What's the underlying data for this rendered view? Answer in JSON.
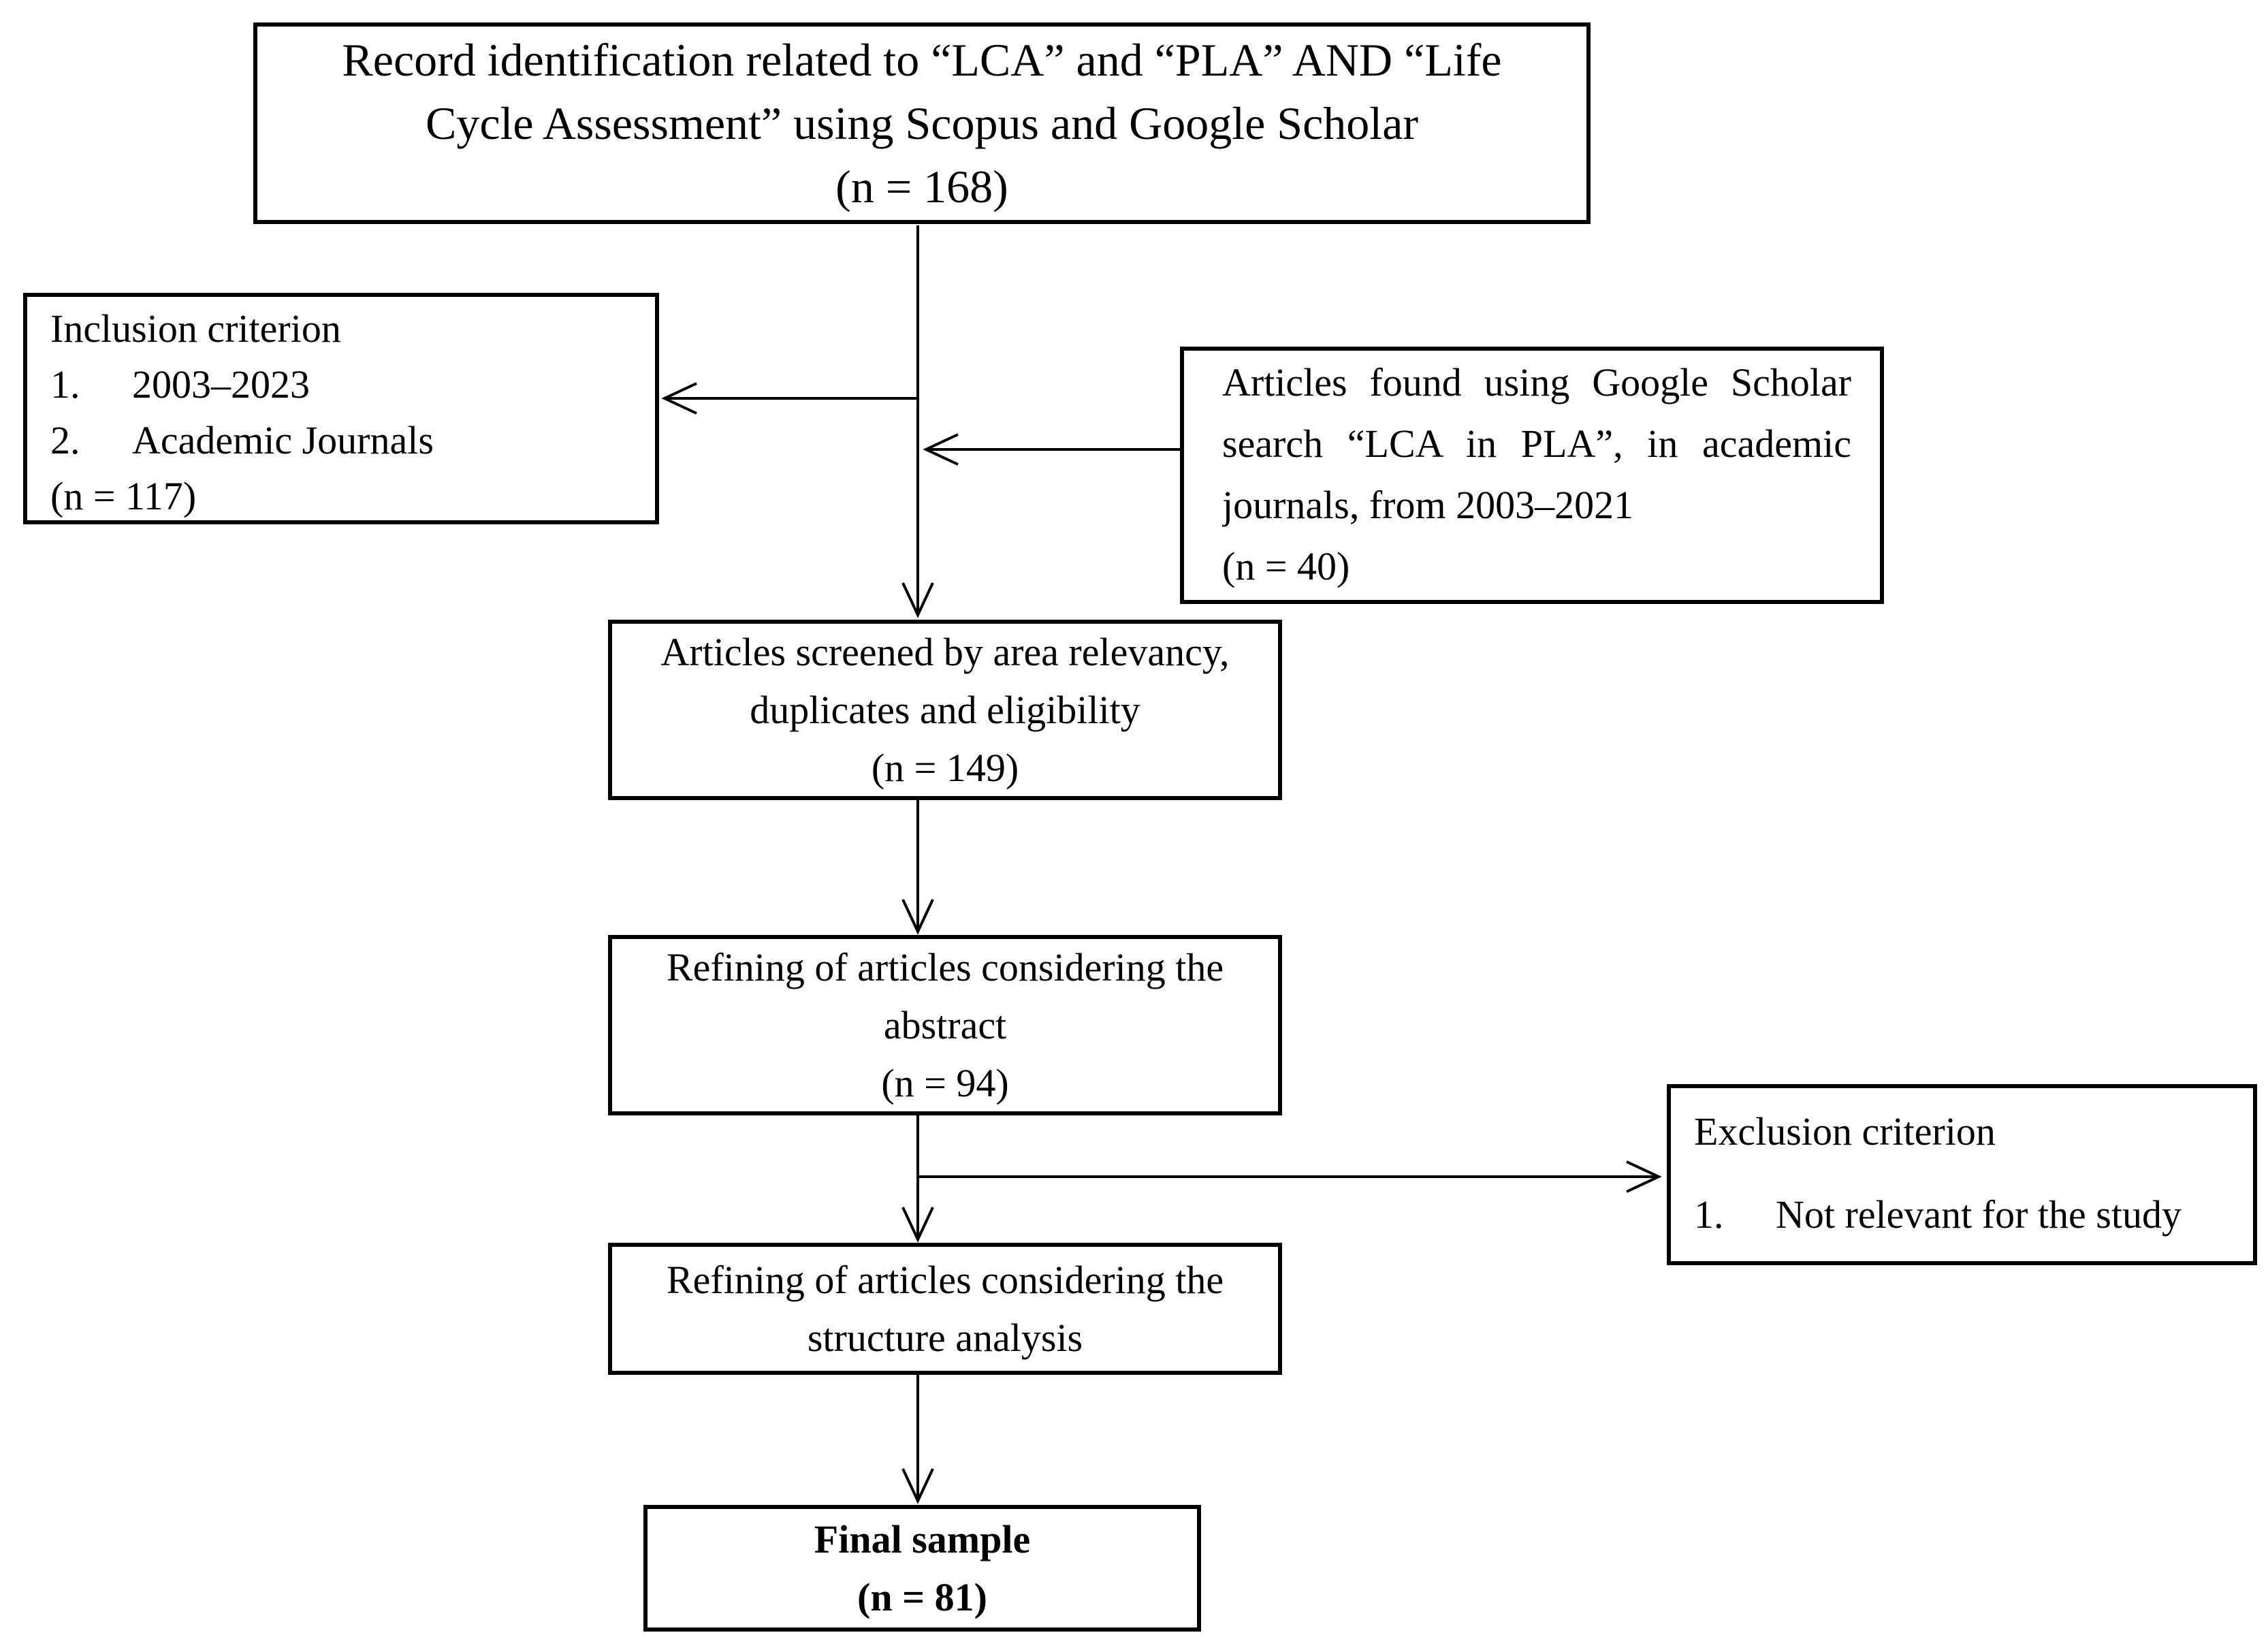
{
  "diagram": {
    "type": "flowchart",
    "background_color": "#ffffff",
    "line_color": "#000000",
    "text_color": "#000000",
    "nodes": {
      "record_identification": {
        "line1": "Record identification related to “LCA” and “PLA” AND “Life",
        "line2": "Cycle Assessment” using Scopus and Google Scholar",
        "line3": "(n = 168)",
        "count": 168
      },
      "inclusion": {
        "title": "Inclusion criterion",
        "items": [
          {
            "num": "1.",
            "text": "2003–2023"
          },
          {
            "num": "2.",
            "text": "Academic Journals"
          }
        ],
        "count_label": "(n = 117)",
        "count": 117
      },
      "google_scholar": {
        "line1": "Articles found using Google Scholar",
        "line2": "search “LCA in PLA”, in academic",
        "line3": "journals, from 2003–2021",
        "line4": "(n = 40)",
        "count": 40
      },
      "screened": {
        "line1": "Articles screened by area relevancy,",
        "line2": "duplicates and eligibility",
        "line3": "(n = 149)",
        "count": 149
      },
      "abstract_refining": {
        "line1": "Refining of articles considering the",
        "line2": "abstract",
        "line3": "(n = 94)",
        "count": 94
      },
      "exclusion": {
        "title": "Exclusion criterion",
        "items": [
          {
            "num": "1.",
            "text": "Not relevant for the study"
          }
        ]
      },
      "structure_refining": {
        "line1": "Refining of articles considering the",
        "line2": "structure analysis"
      },
      "final_sample": {
        "line1": "Final sample",
        "line2": "(n = 81)",
        "count": 81
      }
    },
    "edges": [
      {
        "from": "record_identification",
        "to": "screened",
        "direction": "down"
      },
      {
        "from": "record_identification_trunk",
        "to": "inclusion",
        "direction": "left"
      },
      {
        "from": "google_scholar",
        "to": "record_identification_trunk",
        "direction": "left"
      },
      {
        "from": "screened",
        "to": "abstract_refining",
        "direction": "down"
      },
      {
        "from": "abstract_refining",
        "to": "structure_refining",
        "direction": "down"
      },
      {
        "from": "abstract_refining_trunk",
        "to": "exclusion",
        "direction": "right"
      },
      {
        "from": "structure_refining",
        "to": "final_sample",
        "direction": "down"
      }
    ]
  }
}
